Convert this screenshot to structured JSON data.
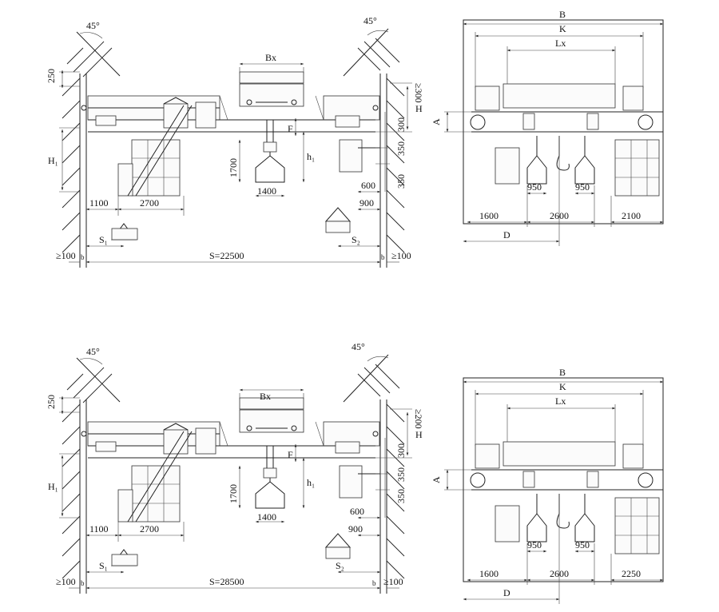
{
  "drawings": [
    {
      "elevation": {
        "angle": "45°",
        "left_angle": "45°",
        "dim_top": "250",
        "dim_top_right": "≥300",
        "trolley_width": "Bx",
        "dim_H": "H",
        "dim_H1": "H₁",
        "dim_F": "F",
        "dim_h1": "h₁",
        "dim_300": "300",
        "dim_350a": "350",
        "dim_350b": "350",
        "dim_1700": "1700",
        "dim_1400": "1400",
        "dim_1100": "1100",
        "dim_2700": "2700",
        "dim_600": "600",
        "dim_900": "900",
        "label_S1": "S₁",
        "label_S2": "S₂",
        "span": "S=22500",
        "clear_left": "≥100",
        "clear_right": "≥100",
        "b_left": "b",
        "b_right": "b"
      },
      "side": {
        "dim_B": "B",
        "dim_K": "K",
        "dim_Lx": "Lx",
        "dim_A": "A",
        "dim_D": "D",
        "dim_950_left": "950",
        "dim_950_right": "950",
        "dim_1600": "1600",
        "dim_2600": "2600",
        "dim_right": "2100"
      }
    },
    {
      "elevation": {
        "angle": "45°",
        "left_angle": "45°",
        "dim_top": "250",
        "dim_top_right": "≥200",
        "trolley_width": "Bx",
        "dim_H": "H",
        "dim_H1": "H₁",
        "dim_F": "F",
        "dim_h1": "h₁",
        "dim_300": "300",
        "dim_350a": "350",
        "dim_350b": "350",
        "dim_1700": "1700",
        "dim_1400": "1400",
        "dim_1100": "1100",
        "dim_2700": "2700",
        "dim_600": "600",
        "dim_900": "900",
        "label_S1": "S₁",
        "label_S2": "S₂",
        "span": "S=28500",
        "clear_left": "≥100",
        "clear_right": "≥100",
        "b_left": "b",
        "b_right": "b"
      },
      "side": {
        "dim_B": "B",
        "dim_K": "K",
        "dim_Lx": "Lx",
        "dim_A": "A",
        "dim_D": "D",
        "dim_950_left": "950",
        "dim_950_right": "950",
        "dim_1600": "1600",
        "dim_2600": "2600",
        "dim_right": "2250"
      }
    }
  ]
}
